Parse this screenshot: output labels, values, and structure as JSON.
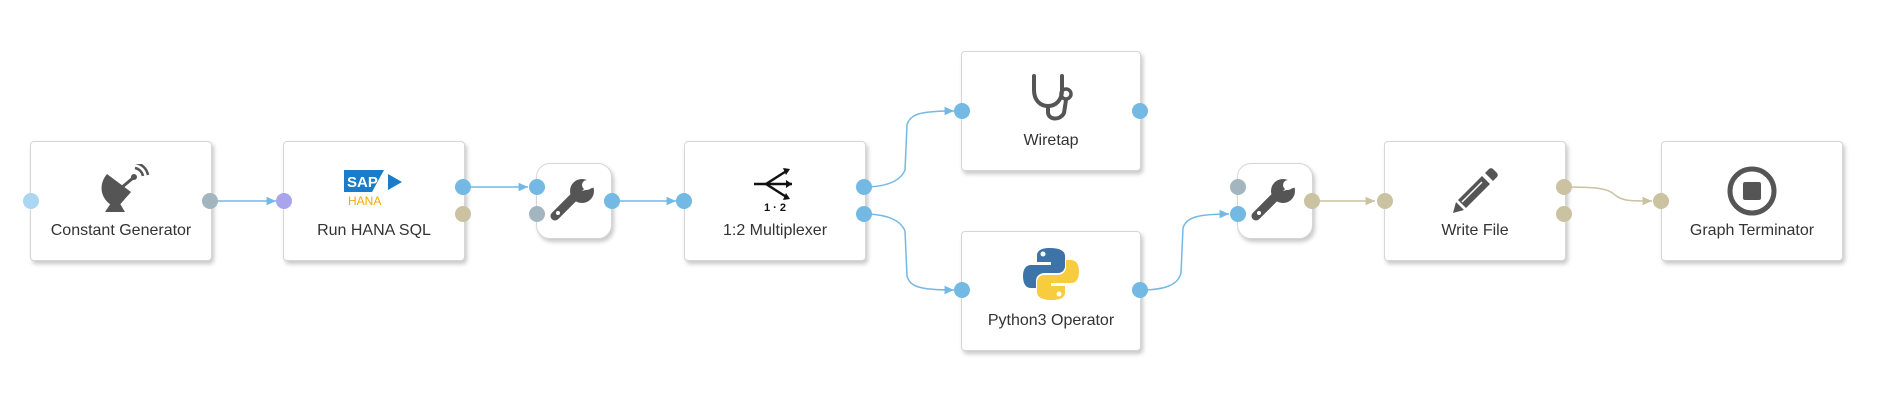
{
  "nodes": {
    "constant_generator": {
      "label": "Constant Generator"
    },
    "run_hana_sql": {
      "label": "Run HANA SQL",
      "logo_sap": "SAP",
      "logo_hana": "HANA"
    },
    "multiplexer": {
      "label": "1:2 Multiplexer",
      "badge": "1 · 2"
    },
    "wiretap": {
      "label": "Wiretap"
    },
    "python3_operator": {
      "label": "Python3 Operator"
    },
    "write_file": {
      "label": "Write File"
    },
    "graph_terminator": {
      "label": "Graph Terminator"
    }
  },
  "icons": {
    "constant_generator": "satellite-dish-icon",
    "run_hana_sql": "sap-hana-logo",
    "converter_1": "wrench-icon",
    "multiplexer": "split-arrows-icon",
    "wiretap": "stethoscope-icon",
    "python3_operator": "python-logo",
    "converter_2": "wrench-icon",
    "write_file": "pencil-icon",
    "graph_terminator": "stop-circle-icon"
  },
  "colors": {
    "port_blue": "#73b9e4",
    "port_lightblue": "#aad6f2",
    "port_gray": "#a3b6bf",
    "port_tan": "#cbc2a2",
    "port_purple": "#a8a5ec",
    "edge_blue": "#73b9e4",
    "edge_tan": "#cbc2a2",
    "icon_gray": "#555555",
    "sap_blue": "#1a7cc9",
    "hana_yellow": "#f0ab00",
    "python_blue": "#3c74a8",
    "python_yellow": "#f7cd3f"
  }
}
